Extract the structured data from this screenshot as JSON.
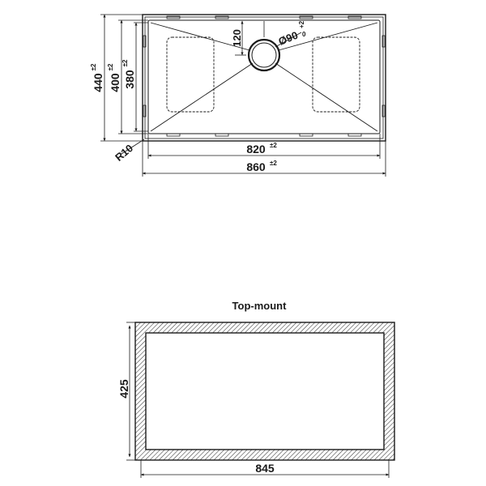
{
  "sink_plan": {
    "dimensions": {
      "outer_width": "860",
      "outer_width_tol": "±2",
      "bowl_width": "820",
      "bowl_width_tol": "±2",
      "outer_height": "440",
      "outer_height_tol": "±2",
      "bowl_height": "400",
      "bowl_height_tol": "±2",
      "inner_height": "380",
      "inner_height_tol": "±2",
      "drain_offset": "120",
      "drain_diameter": "Ø90",
      "drain_diameter_tol_plus": "+2",
      "drain_diameter_tol_minus": "0",
      "corner_radius": "R10"
    }
  },
  "cutout": {
    "title": "Top-mount",
    "width": "845",
    "height": "425"
  },
  "colors": {
    "line": "#1a1a1a",
    "hatch": "#444444"
  }
}
